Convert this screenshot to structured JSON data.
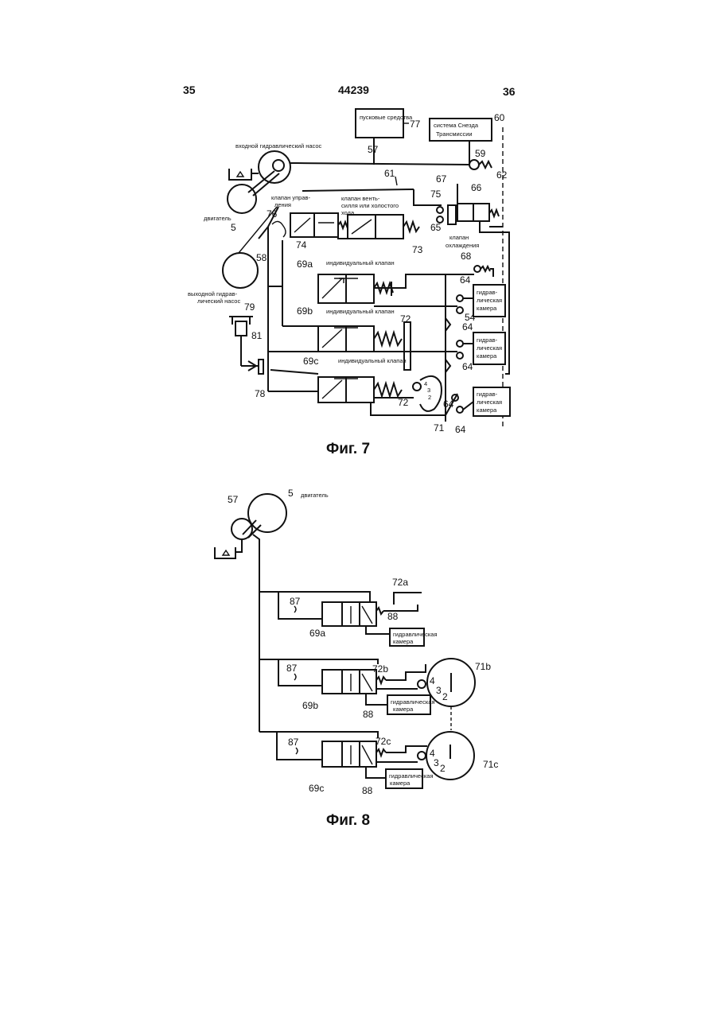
{
  "header": {
    "page_left": "35",
    "doc_number": "44239",
    "page_right": "36"
  },
  "fig7": {
    "caption": "Фиг. 7",
    "labels": {
      "start": "пусковые средства",
      "n77": "77",
      "brake_l1": "система Снезда",
      "brake_l2": "Трансмиссии",
      "n60": "60",
      "in_pump": "входной гидравлический насос",
      "n57": "57",
      "n59": "59",
      "n61": "61",
      "n62": "62",
      "n67": "67",
      "n75": "75",
      "n66": "66",
      "n65": "65",
      "cool_l1": "клапан",
      "cool_l2": "охлаждения",
      "ctrl_l1": "клапан управ-",
      "ctrl_l2": "ления",
      "vent_l1": "клапан венть-",
      "vent_l2": "силля или холостого",
      "vent_l3": "хода",
      "n76": "76",
      "engine": "двигатель",
      "n5": "5",
      "n74": "74",
      "n73": "73",
      "n58": "58",
      "out_l1": "выходной гидрав-",
      "out_l2": "лический насос",
      "n79": "79",
      "n81": "81",
      "n78": "78",
      "n69a": "69a",
      "indiv_a": "индивидуальный клапан",
      "n69b": "69b",
      "indiv_b": "индивидуальный клапан",
      "n72": "72",
      "n69c": "69c",
      "indiv_c": "индивидуальный клапан",
      "n72b": "72",
      "n68": "68",
      "n64a": "64",
      "n54a": "54",
      "n64b": "64",
      "n64c": "64",
      "n64d": "64",
      "n64e": "64",
      "n71": "71",
      "ch1_l1": "гидрав-",
      "ch1_l2": "лическая",
      "ch1_l3": "камера",
      "ch2_l1": "гидрав-",
      "ch2_l2": "лическая",
      "ch2_l3": "камера",
      "ch3_l1": "гидрав-",
      "ch3_l2": "лическая",
      "ch3_l3": "камера"
    }
  },
  "fig8": {
    "caption": "Фиг. 8",
    "labels": {
      "n57": "57",
      "n5": "5",
      "engine": "двигатель",
      "n87a": "87",
      "n69a": "69a",
      "n72a": "72a",
      "n88a": "88",
      "chA_l1": "гидравлическая",
      "chA_l2": "камера",
      "n87b": "87",
      "n69b": "69b",
      "n72b": "72b",
      "n88b": "88",
      "chB_l1": "гидравлическая",
      "chB_l2": "камера",
      "n71b": "71b",
      "n87c": "87",
      "n69c": "69c",
      "n72c": "72c",
      "n88c": "88",
      "chC_l1": "гидравлическая",
      "chC_l2": "камера",
      "n71c": "71c",
      "sel4": "4",
      "sel3": "3",
      "sel2": "2"
    }
  }
}
